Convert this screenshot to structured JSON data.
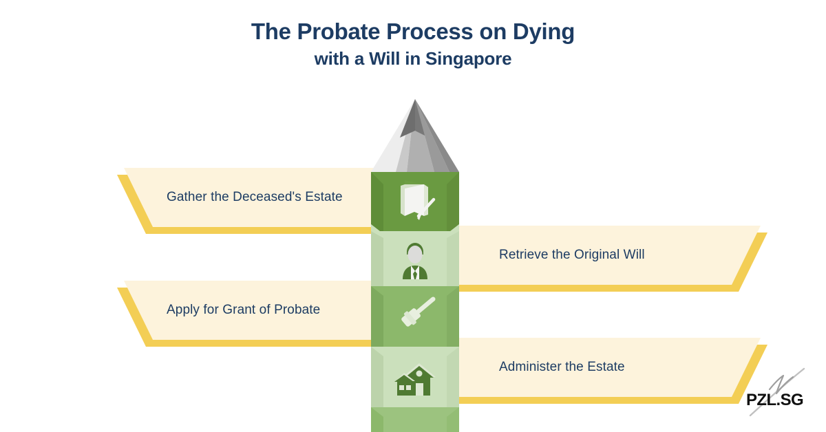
{
  "title": {
    "line1": "The Probate Process on Dying",
    "line2": "with a Will in Singapore",
    "color": "#1d3c63"
  },
  "colors": {
    "background": "#ffffff",
    "title_navy": "#1d3c63",
    "banner_fill": "#fdf3dc",
    "banner_shadow": "#f3ce55",
    "label_navy": "#1d3c63",
    "tower_green_dark": "#6a9a41",
    "tower_green_light": "#cbe0bc",
    "tower_green_mid": "#8cb86b",
    "pencil_tip_gray": "#a8a8a8",
    "icon_white": "#f2f2f0",
    "logo_black": "#101010",
    "logo_gray": "#b4b4b4"
  },
  "steps": [
    {
      "label": "Gather the Deceased's Estate",
      "side": "left",
      "icon": "document-with-pen-icon",
      "segment_shade": "dark"
    },
    {
      "label": "Retrieve the Original Will",
      "side": "right",
      "icon": "person-in-suit-icon",
      "segment_shade": "light"
    },
    {
      "label": "Apply for Grant of Probate",
      "side": "left",
      "icon": "gavel-icon",
      "segment_shade": "mid"
    },
    {
      "label": "Administer the Estate",
      "side": "right",
      "icon": "house-icon",
      "segment_shade": "light"
    }
  ],
  "tower": {
    "name": "pencil-tower",
    "tip_icon": "pencil-tip"
  },
  "logo": {
    "text": "PZL.SG",
    "mark": "signature-stroke-icon"
  }
}
